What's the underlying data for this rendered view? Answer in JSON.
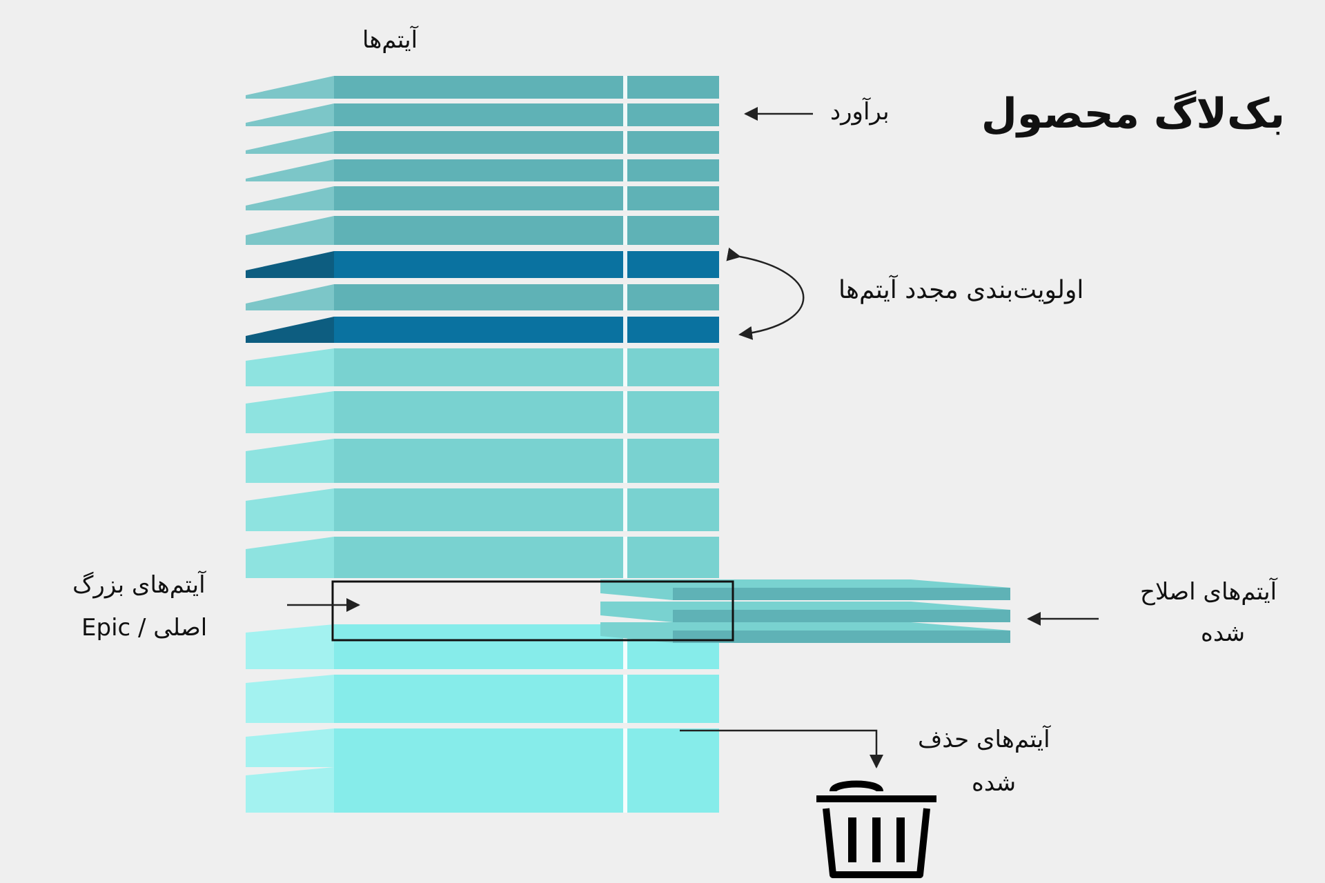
{
  "title": "بک‌لاگ محصول",
  "labels": {
    "items": "آیتم‌ها",
    "estimate": "برآورد",
    "reprioritize": "اولویت‌بندی مجدد آیتم‌ها",
    "large_items_line1": "آیتم‌های بزرگ",
    "large_items_line2": "اصلی / Epic",
    "refined_line1": "آیتم‌های اصلاح",
    "refined_line2": "شده",
    "removed_line1": "آیتم‌های حذف",
    "removed_line2": "شده"
  },
  "icons": {
    "trash": "trash-icon"
  },
  "colors": {
    "background": "#efefef",
    "item": "#5fb2b6",
    "item_side": "#7cc6c8",
    "prioritized": "#0a72a0",
    "prioritized_side": "#0d5d80",
    "large_item": "#79d2d0",
    "removed_item": "#86ecea",
    "arrow": "#222222"
  }
}
